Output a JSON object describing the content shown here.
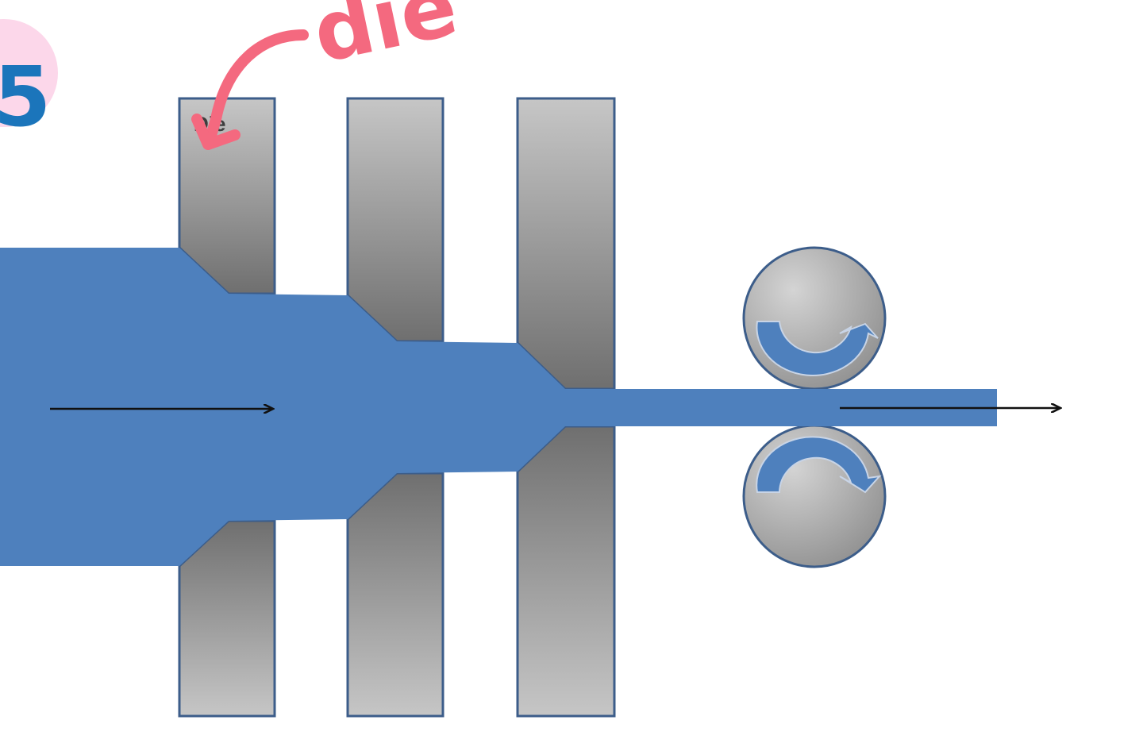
{
  "diagram": {
    "die_label": "Die",
    "annotation": {
      "text": "die"
    },
    "page_badge": {
      "text": "5"
    },
    "colors": {
      "workpiece": "#4e80bd",
      "die_fill_light": "#c2c2c2",
      "die_fill_dark": "#6e6e6e",
      "outline": "#3c5d8a",
      "annotation": "#f4697f",
      "badge_bg": "#fcd7ea",
      "badge_text": "#1b75bb",
      "flow_arrow": "#111111"
    },
    "components": {
      "dies": [
        "die-stage-1",
        "die-stage-2",
        "die-stage-3"
      ],
      "rollers": [
        "upper-roller",
        "lower-roller"
      ],
      "arrows": [
        "input-flow-arrow",
        "output-flow-arrow"
      ]
    }
  }
}
